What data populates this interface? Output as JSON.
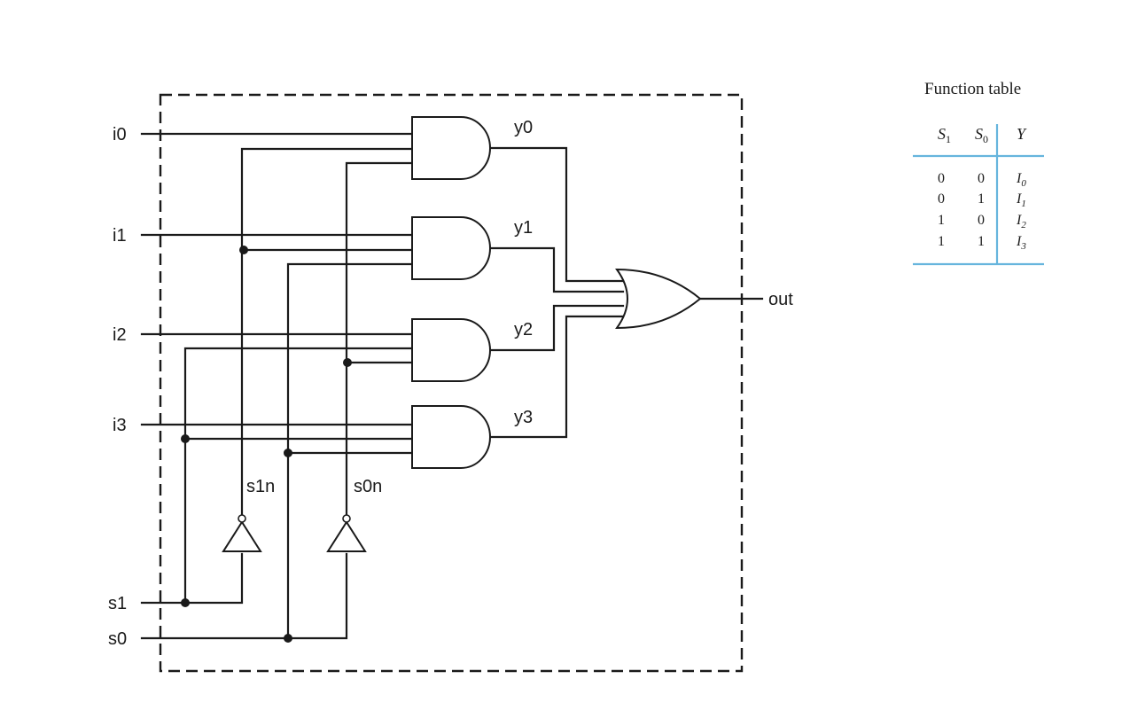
{
  "inputs": [
    "i0",
    "i1",
    "i2",
    "i3"
  ],
  "selects": [
    "s1",
    "s0"
  ],
  "inverted_selects": [
    "s1n",
    "s0n"
  ],
  "and_outputs": [
    "y0",
    "y1",
    "y2",
    "y3"
  ],
  "output": "out",
  "function_table": {
    "title": "Function table",
    "headers": [
      {
        "base": "S",
        "sub": "1"
      },
      {
        "base": "S",
        "sub": "0"
      },
      {
        "base": "Y",
        "sub": ""
      }
    ],
    "rows": [
      {
        "s1": "0",
        "s0": "0",
        "y_base": "I",
        "y_sub": "0"
      },
      {
        "s1": "0",
        "s0": "1",
        "y_base": "I",
        "y_sub": "1"
      },
      {
        "s1": "1",
        "s0": "0",
        "y_base": "I",
        "y_sub": "2"
      },
      {
        "s1": "1",
        "s0": "1",
        "y_base": "I",
        "y_sub": "3"
      }
    ]
  },
  "colors": {
    "line": "#1a1a1a",
    "table_rule": "#66b5dd"
  }
}
